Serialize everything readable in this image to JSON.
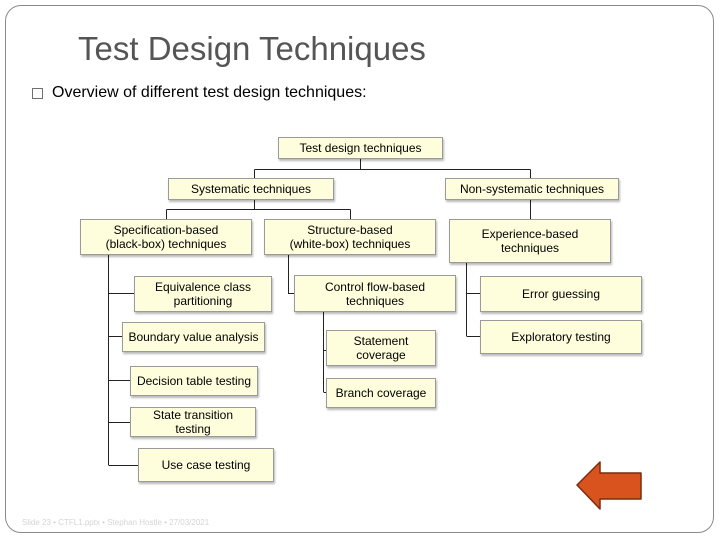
{
  "title": "Test Design Techniques",
  "bullet": "Overview of different test design techniques:",
  "diagram": {
    "root": "Test design techniques",
    "systematic": "Systematic techniques",
    "non_systematic": "Non-systematic techniques",
    "spec_based": "Specification-based\n(black-box) techniques",
    "structure_based": "Structure-based\n(white-box) techniques",
    "experience_based": "Experience-based\ntechniques",
    "black_box_items": [
      "Equivalence class\npartitioning",
      "Boundary value analysis",
      "Decision table testing",
      "State transition testing",
      "Use case testing"
    ],
    "control_flow": "Control flow-based\ntechniques",
    "control_flow_items": [
      "Statement\ncoverage",
      "Branch coverage"
    ],
    "experience_items": [
      "Error guessing",
      "Exploratory testing"
    ]
  },
  "footer": "Slide 23 • CTFL1.pptx • Stephan Hostle • 27/03/2021",
  "colors": {
    "box_fill": "#fefedc",
    "arrow": "#d9531e"
  },
  "icons": {
    "back": "left-arrow-icon"
  }
}
